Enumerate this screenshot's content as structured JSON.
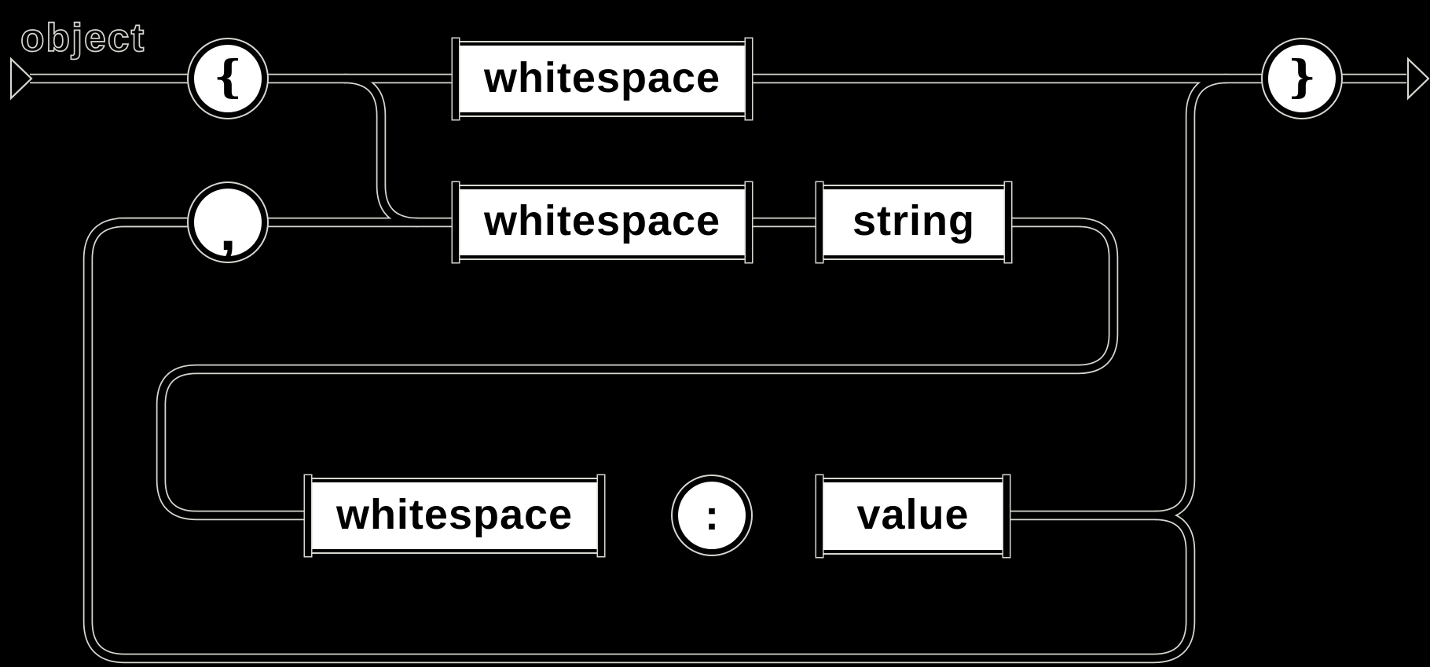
{
  "diagram": {
    "title": "object",
    "colors": {
      "background": "#000000",
      "ink": "#000000",
      "halo": "#d7d7d1",
      "node_fill": "#ffffff"
    },
    "nodes": {
      "whitespace_top": "whitespace",
      "whitespace_middle": "whitespace",
      "string": "string",
      "whitespace_bottom": "whitespace",
      "value": "value"
    },
    "terminals": {
      "open_brace": "{",
      "comma": ",",
      "colon": ":",
      "close_brace": "}"
    }
  }
}
